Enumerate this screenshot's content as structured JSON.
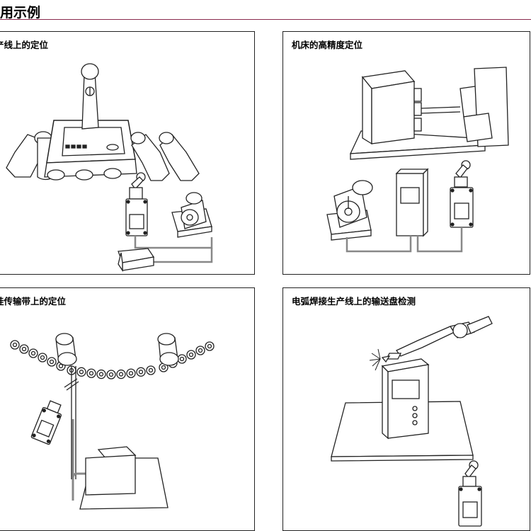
{
  "header": {
    "title": "用示例"
  },
  "panels": [
    {
      "title": "产线上的定位"
    },
    {
      "title": "机床的高精度定位"
    },
    {
      "title": "挂传输带上的定位"
    },
    {
      "title": "电弧焊接生产线上的输送盘检测"
    }
  ]
}
